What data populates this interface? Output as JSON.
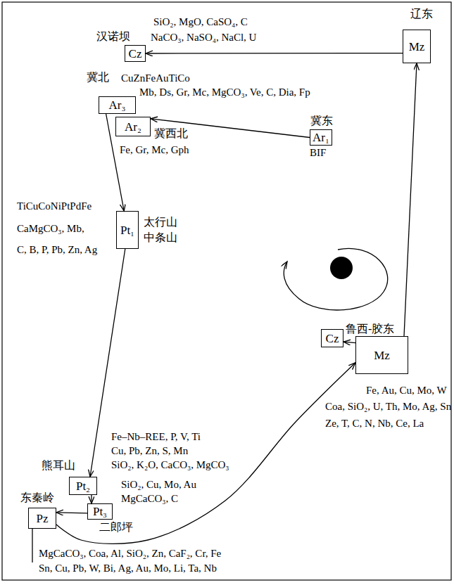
{
  "diagram": {
    "nodes": [
      {
        "text": [
          "辽东",
          "Mz"
        ]
      },
      {
        "text": [
          "汉诺坝",
          "Cz"
        ]
      },
      {
        "text": [
          "冀北",
          "Ar₃"
        ]
      },
      {
        "text": [
          "冀西北",
          "Ar₂"
        ]
      },
      {
        "text": [
          "冀东",
          "Ar₁"
        ]
      },
      {
        "text": [
          "太行山 中条山",
          "Pt₁"
        ]
      },
      {
        "text": [
          "Cz"
        ]
      },
      {
        "text": [
          "鲁西-胶东",
          "Mz"
        ]
      },
      {
        "text": [
          "熊耳山",
          "Pt₂"
        ]
      },
      {
        "text": [
          "东秦岭",
          "Pz"
        ]
      },
      {
        "text": [
          "二郎坪",
          "Pt₃"
        ]
      }
    ],
    "edges": [
      {
        "from": 0,
        "to": 1,
        "arrow": "to"
      },
      {
        "from": 4,
        "to": 3,
        "arrow": "to"
      },
      {
        "from": 2,
        "to": 5,
        "arrow": "to"
      },
      {
        "from": 5,
        "to": 8,
        "arrow": "to"
      },
      {
        "from": 8,
        "to": 10,
        "arrow": "to"
      },
      {
        "from": 10,
        "to": 9,
        "arrow": "to"
      },
      {
        "from": 9,
        "to": 7,
        "arrow": "to"
      },
      {
        "from": 7,
        "to": 6,
        "arrow": "to"
      },
      {
        "from": 7,
        "to": 0,
        "arrow": "to"
      }
    ],
    "labels": [
      "SiO₂, MgO, CaSO₄, C",
      "NaCO₃, NaSO₄, NaCl, U",
      "CuZnFeAuTiCo",
      "Mb, Ds, Gr, Mc, MgCO₃, Ve, C, Dia, Fp",
      "BIF",
      "Fe, Gr, Mc, Gph",
      "TiCuCoNiPtPdFe",
      "CaMgCO₃, Mb,",
      "C, B, P, Pb, Zn, Ag",
      "Fe, Au, Cu, Mo, W",
      "Coa, SiO₂, U, Th, Mo, Ag, Sn",
      "Ze, T, C, N, Nb, Ce, La",
      "Fe–Nb–REE, P, V, Ti",
      "Cu, Pb, Zn, S, Mn",
      "SiO₂, K₂O, CaCO₃, MgCO₃",
      "SiO₂, Cu, Mo, Au",
      "MgCaCO₃, C",
      "MgCaCO₃, Coa, Al, SiO₂, Zn, CaF₂, Cr, Fe",
      "Sn, Cu, Pb, W, Bi, Ag, Au, Mo, Li, Ta, Nb"
    ]
  }
}
